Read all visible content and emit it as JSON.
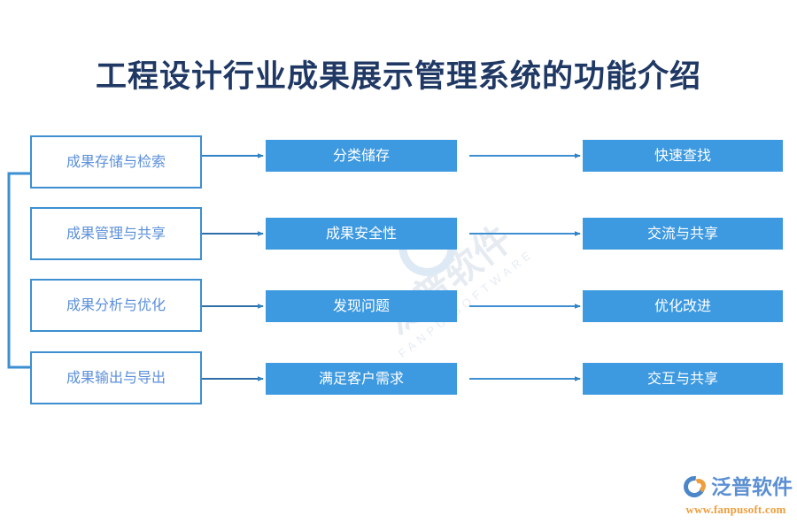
{
  "page": {
    "title": "工程设计行业成果展示管理系统的功能介绍",
    "background": "#ffffff"
  },
  "colors": {
    "title_text": "#1f3864",
    "box_fill_blue": "#3d99e0",
    "box_border_blue": "#3d8fd1",
    "outline_text": "#5b8fd9",
    "filled_text": "#ffffff",
    "connector": "#3d8fd1",
    "logo_blue": "#5b8fd3",
    "logo_orange": "#ef9e3d"
  },
  "diagram": {
    "columns": [
      {
        "key": "function",
        "style": "outline"
      },
      {
        "key": "capability",
        "style": "filled"
      },
      {
        "key": "outcome",
        "style": "filled"
      }
    ],
    "rows": [
      {
        "function": "成果存储与检索",
        "capability": "分类储存",
        "outcome": "快速查找"
      },
      {
        "function": "成果管理与共享",
        "capability": "成果安全性",
        "outcome": "交流与共享"
      },
      {
        "function": "成果分析与优化",
        "capability": "发现问题",
        "outcome": "优化改进"
      },
      {
        "function": "成果输出与导出",
        "capability": "满足客户需求",
        "outcome": "交互与共享"
      }
    ]
  },
  "watermark": {
    "cn": "泛普软件",
    "en": "FANPU SOFTWARE"
  },
  "logo": {
    "cn": "泛普软件",
    "url": "www.fanpusoft.com"
  }
}
